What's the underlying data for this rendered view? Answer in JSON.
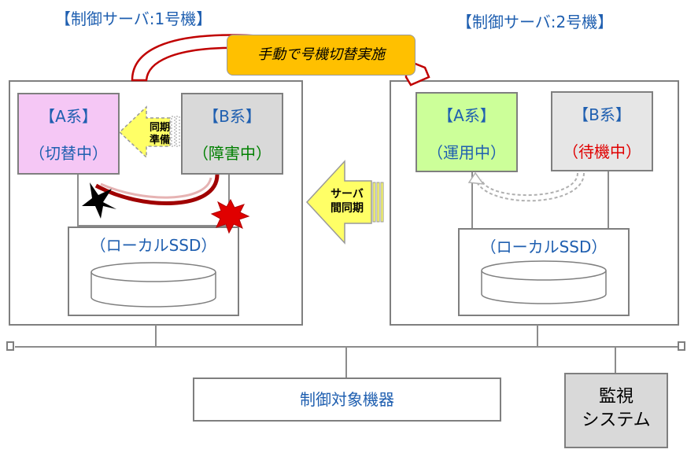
{
  "server1": {
    "title": "【制御サーバ:1号機】"
  },
  "server2": {
    "title": "【制御サーバ:2号機】"
  },
  "callout": {
    "text": "手動で号機切替実施"
  },
  "server1_nodes": {
    "a": {
      "name": "【A系】",
      "state": "（切替中）"
    },
    "b": {
      "name": "【B系】",
      "state": "（障害中）"
    },
    "sync_prep": {
      "line1": "同期",
      "line2": "準備"
    },
    "ssd": "（ローカルSSD）"
  },
  "server2_nodes": {
    "a": {
      "name": "【A系】",
      "state": "（運用中）"
    },
    "b": {
      "name": "【B系】",
      "state": "（待機中）"
    },
    "ssd": "（ローカルSSD）"
  },
  "server_sync": {
    "line1": "サーバ",
    "line2": "間同期"
  },
  "controlled_device": "制御対象機器",
  "monitoring": {
    "line1": "監視",
    "line2": "システム"
  },
  "colors": {
    "title_blue": "#1f5fb0",
    "switching_bg": "#f5c7f5",
    "failed_bg": "#d9d9d9",
    "active_bg": "#ccff99",
    "standby_bg": "#e6e6e6",
    "failed_text": "#008000",
    "standby_text": "#e00000",
    "callout_bg": "#ffc000",
    "arrow_yellow": "#ffff66",
    "red_arc": "#a00000",
    "monitor_bg": "#d9d9d9"
  }
}
